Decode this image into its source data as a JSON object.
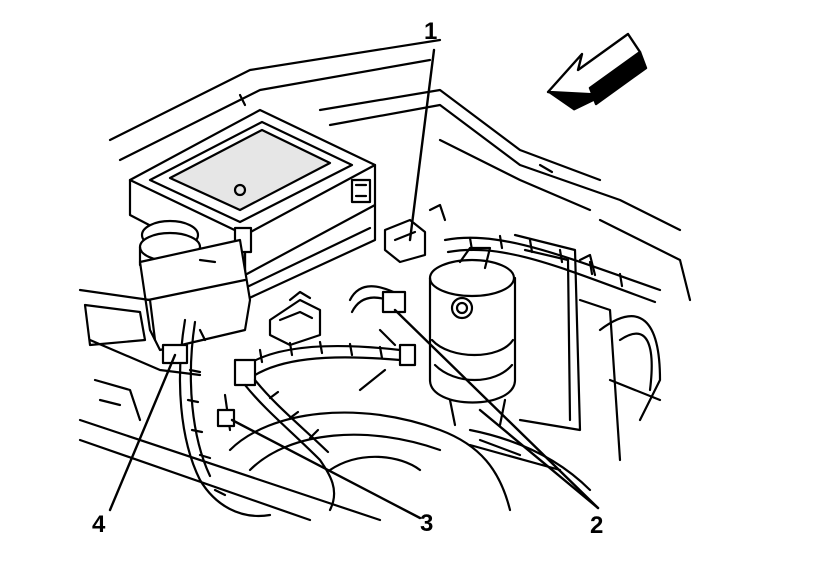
{
  "callouts": {
    "c1": "1",
    "c2": "2",
    "c3": "3",
    "c4": "4"
  },
  "colors": {
    "ink": "#000000",
    "paper": "#ffffff",
    "fill": "#e6e6e6"
  },
  "icons": {
    "direction": "arrow-icon"
  }
}
